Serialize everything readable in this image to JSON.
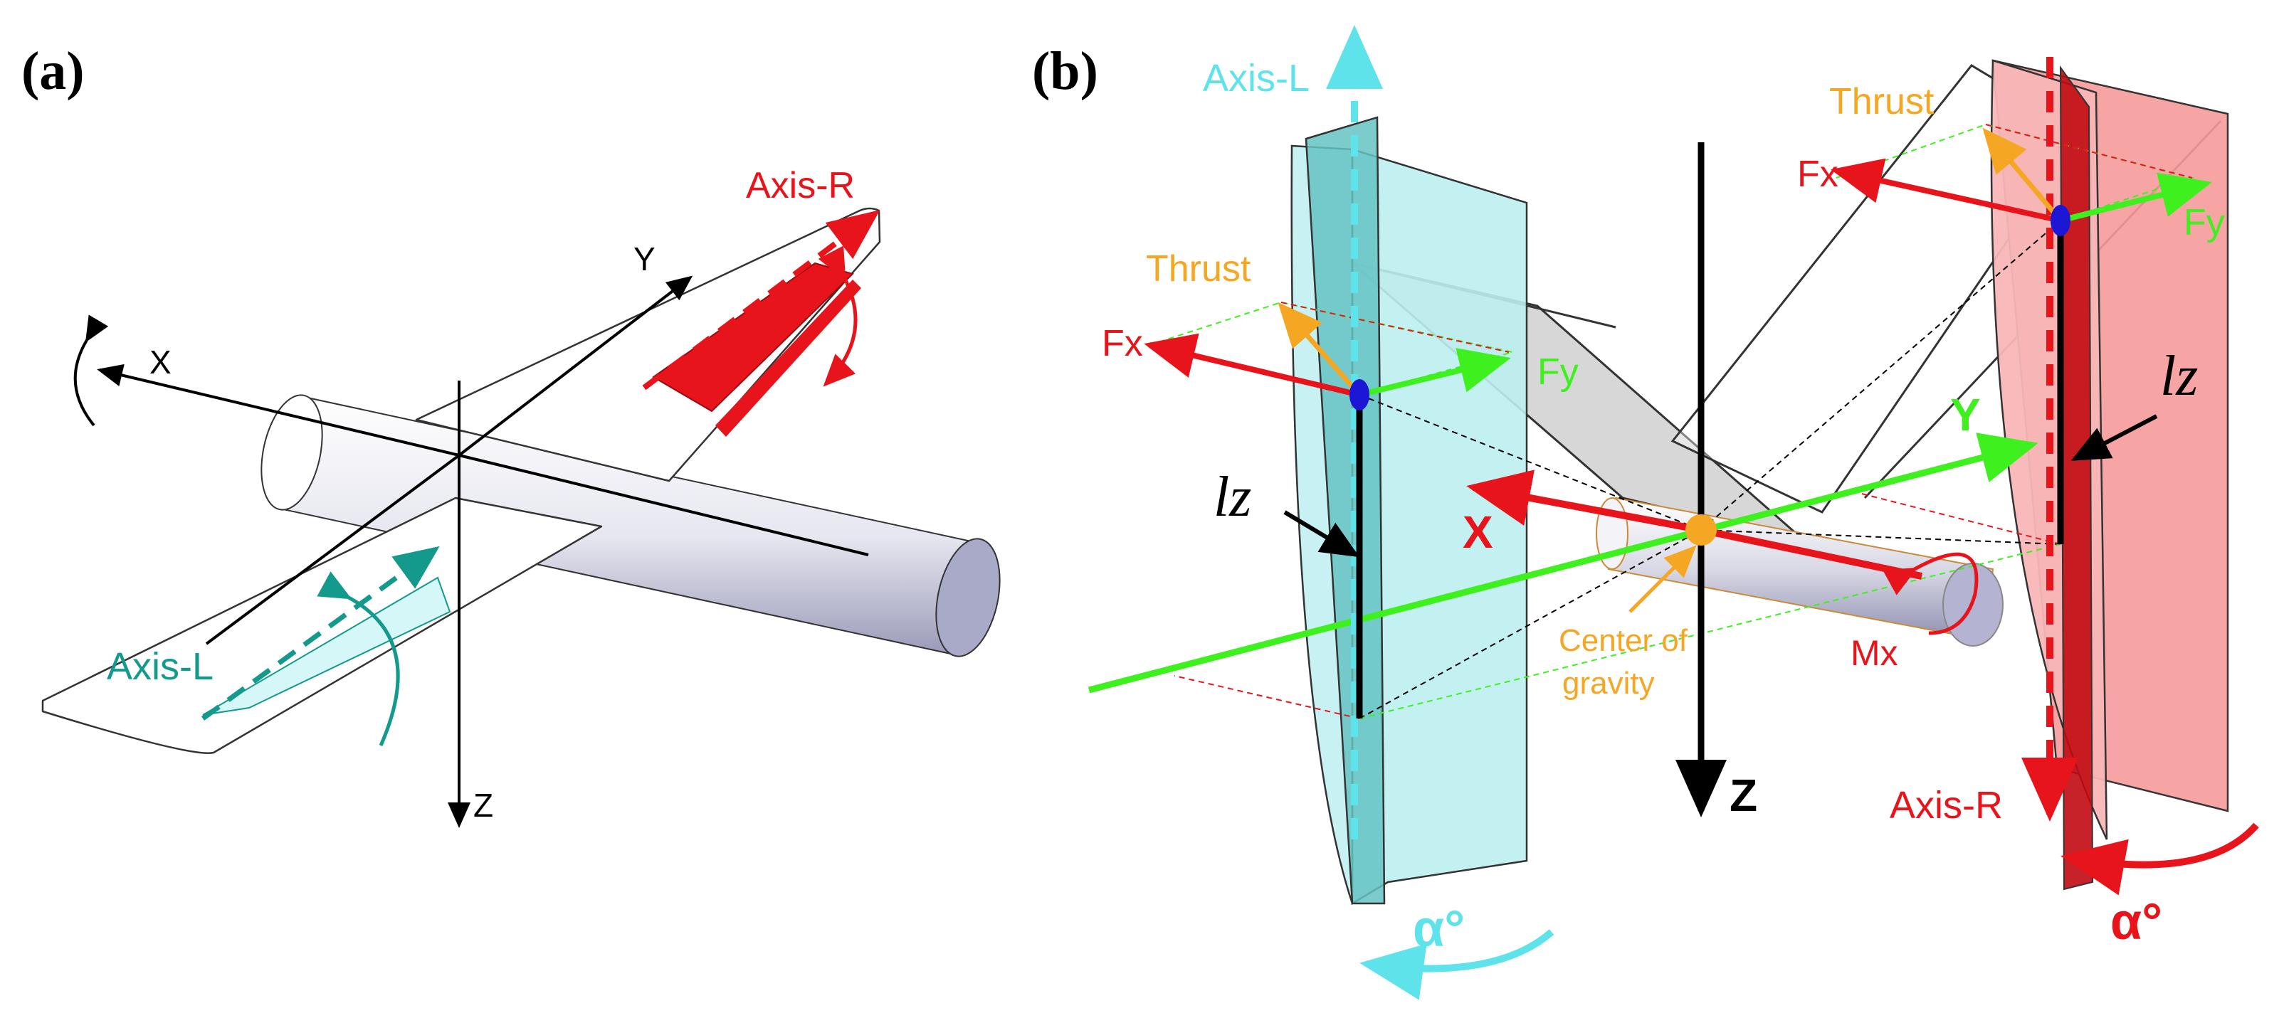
{
  "panels": {
    "a": {
      "label": "(a)",
      "axis_x": "X",
      "axis_y": "Y",
      "axis_z": "Z",
      "axis_r": "Axis-R",
      "axis_l": "Axis-L"
    },
    "b": {
      "label": "(b)",
      "axis_l": "Axis-L",
      "axis_r": "Axis-R",
      "thrust_left": "Thrust",
      "thrust_right": "Thrust",
      "fx_left": "Fx",
      "fx_right": "Fx",
      "fy_left": "Fy",
      "fy_right": "Fy",
      "lz_left": "lz",
      "lz_right": "lz",
      "x": "X",
      "y": "Y",
      "z": "Z",
      "mx": "Mx",
      "cog_line1": "Center of",
      "cog_line2": "gravity",
      "alpha_left": "α°",
      "alpha_right": "α°"
    }
  },
  "colors": {
    "red": "#e8141c",
    "cyan_axis": "#5fe3ea",
    "teal": "#139a8c",
    "green": "#3ef01e",
    "orange": "#f5a623",
    "blue_point": "#1b17d4",
    "panel_cyan": "#bdeff0",
    "panel_red": "#f59a9a",
    "grey_panel": "#c9c9c9",
    "black": "#000000"
  }
}
